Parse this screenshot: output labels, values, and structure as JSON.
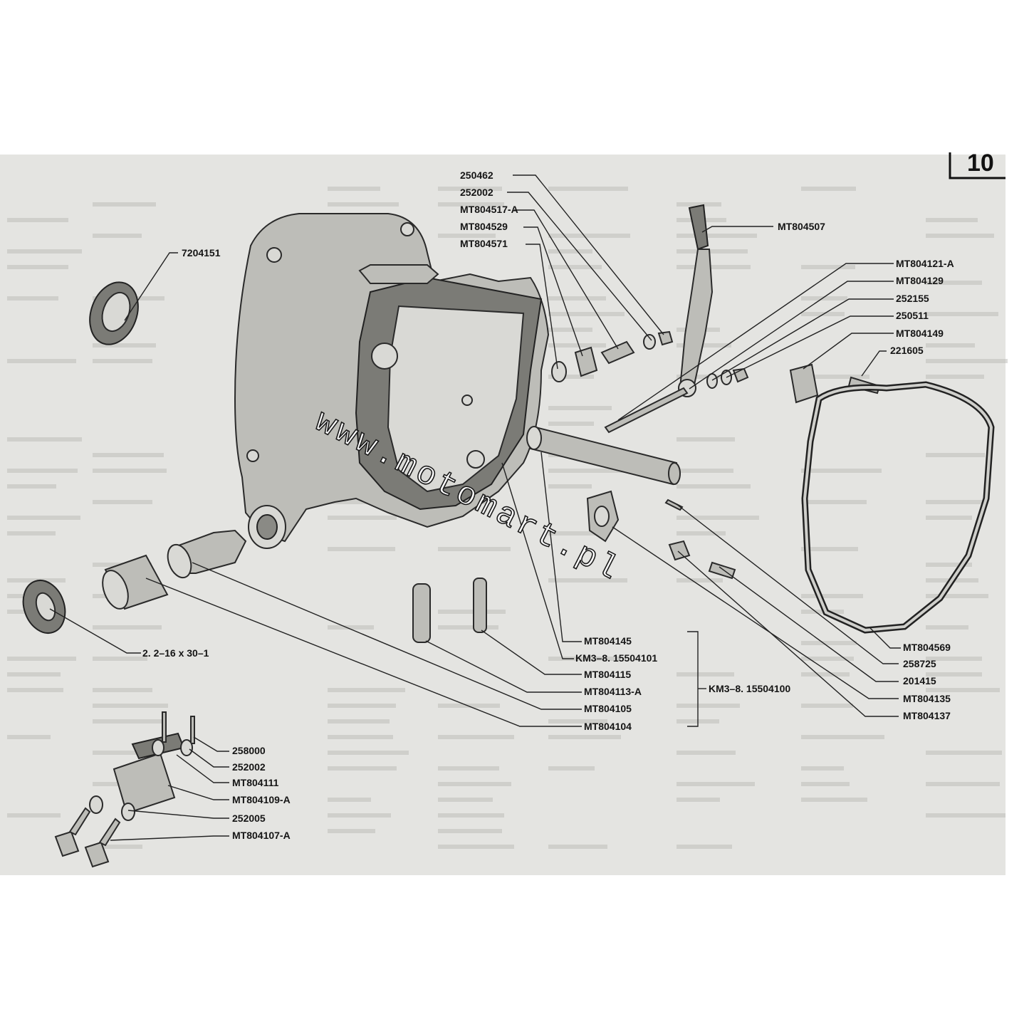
{
  "page_number": "10",
  "watermark": "www.motomart.pl",
  "labels": [
    {
      "id": "7204151",
      "text": "7204151"
    },
    {
      "id": "250462",
      "text": "250462"
    },
    {
      "id": "252002-top",
      "text": "252002"
    },
    {
      "id": "MT804517-A",
      "text": "MT804517-A"
    },
    {
      "id": "MT804529",
      "text": "MT804529"
    },
    {
      "id": "MT804571",
      "text": "MT804571"
    },
    {
      "id": "MT804507",
      "text": "MT804507"
    },
    {
      "id": "MT804121-A",
      "text": "MT804121-A"
    },
    {
      "id": "MT804129",
      "text": "MT804129"
    },
    {
      "id": "252155",
      "text": "252155"
    },
    {
      "id": "250511",
      "text": "250511"
    },
    {
      "id": "MT804149",
      "text": "MT804149"
    },
    {
      "id": "221605",
      "text": "221605"
    },
    {
      "id": "seal-size",
      "text": "2. 2–16 x 30–1"
    },
    {
      "id": "MT804145",
      "text": "MT804145"
    },
    {
      "id": "KM3-8.15504101",
      "text": "KM3–8. 15504101"
    },
    {
      "id": "MT804115",
      "text": "MT804115"
    },
    {
      "id": "MT804113-A",
      "text": "MT804113-A"
    },
    {
      "id": "MT804105",
      "text": "MT804105"
    },
    {
      "id": "MT804104",
      "text": "MT804104"
    },
    {
      "id": "KM3-8.15504100",
      "text": "KM3–8. 15504100"
    },
    {
      "id": "MT804569",
      "text": "MT804569"
    },
    {
      "id": "258725",
      "text": "258725"
    },
    {
      "id": "201415",
      "text": "201415"
    },
    {
      "id": "MT804135",
      "text": "MT804135"
    },
    {
      "id": "MT804137",
      "text": "MT804137"
    },
    {
      "id": "258000",
      "text": "258000"
    },
    {
      "id": "252002-bottom",
      "text": "252002"
    },
    {
      "id": "MT804111",
      "text": "MT804111"
    },
    {
      "id": "MT804109-A",
      "text": "MT804109-A"
    },
    {
      "id": "252005",
      "text": "252005"
    },
    {
      "id": "MT804107-A",
      "text": "MT804107-A"
    }
  ]
}
